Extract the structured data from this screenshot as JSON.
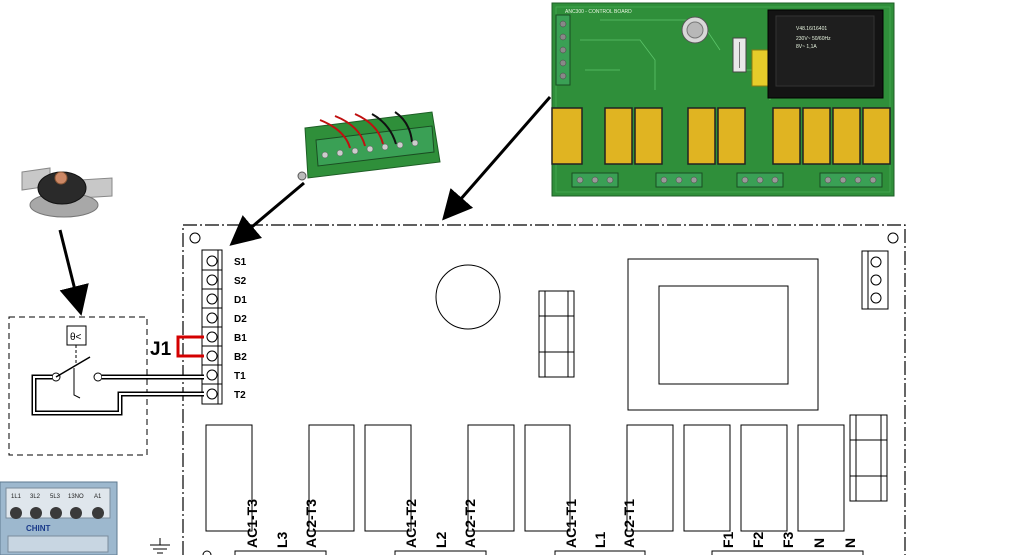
{
  "jumper": {
    "label": "J1",
    "color": "#d40000"
  },
  "terminal_block": {
    "pins": [
      "S1",
      "S2",
      "D1",
      "D2",
      "B1",
      "B2",
      "T1",
      "T2"
    ]
  },
  "bottom_labels": [
    "AC1-T3",
    "L3",
    "AC2-T3",
    "AC1-T2",
    "L2",
    "AC2-T2",
    "AC1-T1",
    "L1",
    "AC2-T1",
    "F1",
    "F2",
    "F3",
    "N",
    "N"
  ],
  "control_board_photo": {
    "header_text": "ANC300 - CONTROL BOARD",
    "transformer_text": [
      "V48.16/16401",
      "230V~ 50/60Hz",
      "8V~ 1,1A"
    ]
  },
  "contactor_photo": {
    "brand": "CHINT",
    "terminals": [
      "1L1",
      "3L2",
      "5L3",
      "13NO",
      "A1"
    ]
  },
  "colors": {
    "pcb_green": "#2f8f3a",
    "relay_yellow": "#e0b422",
    "terminal_green": "#3aa055",
    "wire_red": "#c01010"
  }
}
